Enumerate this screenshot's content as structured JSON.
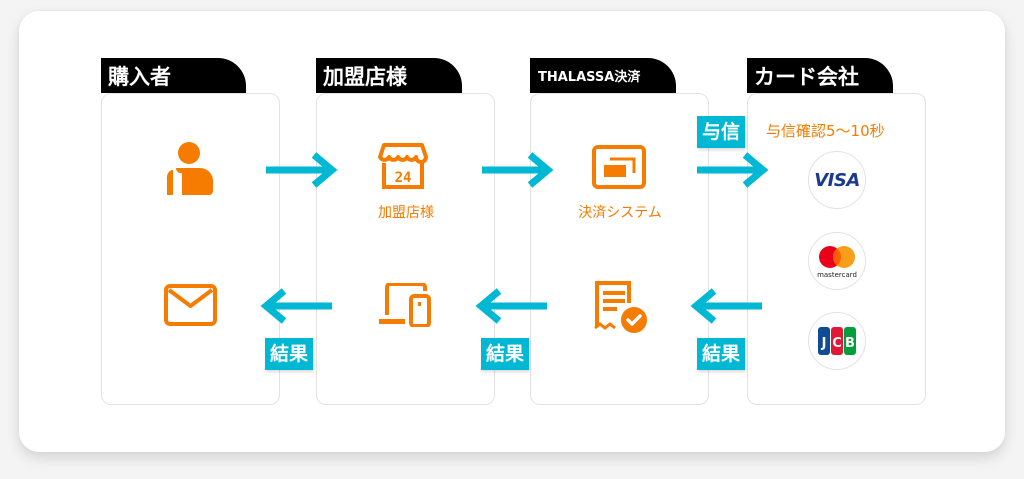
{
  "columns": [
    {
      "title": "購入者"
    },
    {
      "title": "加盟店様"
    },
    {
      "title": "THALASSA決済"
    },
    {
      "title": "カード会社"
    }
  ],
  "nodes": {
    "buyer_icon": "person-icon",
    "merchant_icon": "store-24-icon",
    "merchant_label": "加盟店様",
    "system_icon": "payment-system-icon",
    "system_label": "決済システム",
    "mail_icon": "mail-icon",
    "device_icon": "devices-icon",
    "receipt_icon": "receipt-check-icon"
  },
  "flows": {
    "credit_badge": "与信",
    "credit_note": "与信確認5〜10秒",
    "result_badge": "結果"
  },
  "card_brands": [
    "VISA",
    "mastercard",
    "JCB"
  ],
  "colors": {
    "accent_orange": "#f57c00",
    "arrow_cyan": "#00b7d4",
    "tab_black": "#000000"
  }
}
